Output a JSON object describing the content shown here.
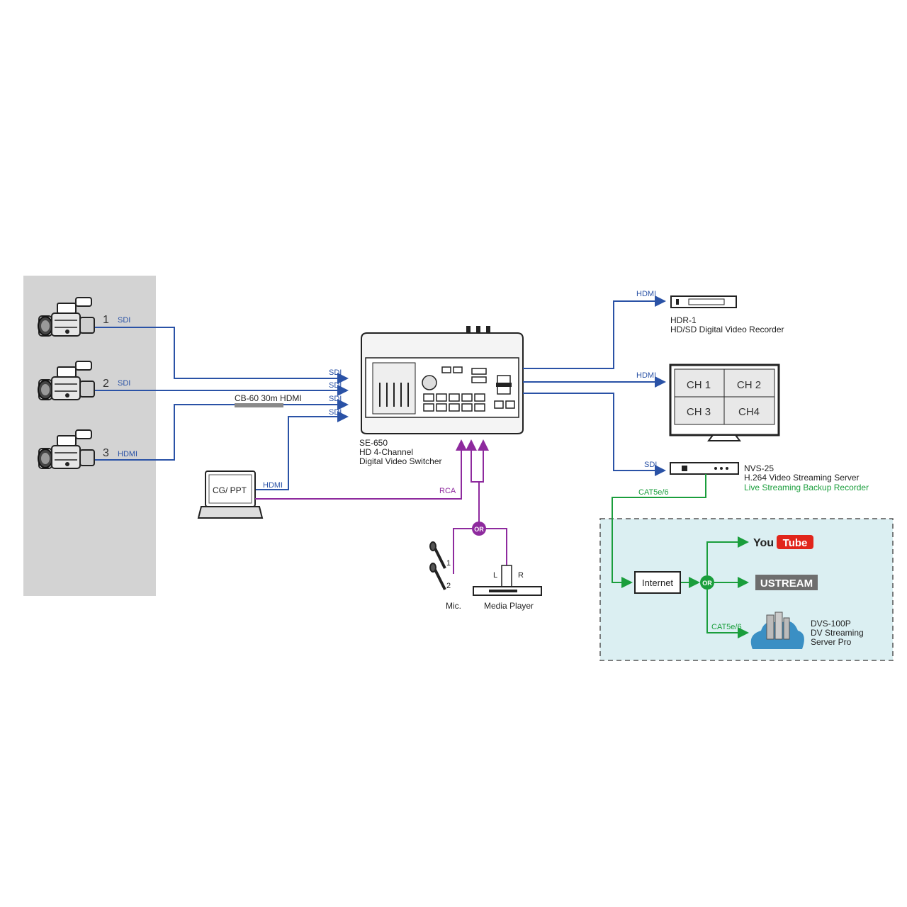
{
  "colors": {
    "sdi_hdmi_line": "#2a52a6",
    "audio_line": "#8e2a9e",
    "network_line": "#1a9e3c",
    "camera_panel": "#d3d3d3",
    "streaming_panel": "#dbeff2",
    "youtube_red": "#e1251b",
    "ustream_gray": "#6e6e6e",
    "cloud_blue": "#3a8fc4"
  },
  "cameras": [
    {
      "num": "1",
      "conn": "SDI",
      "icon": "camcorder-icon"
    },
    {
      "num": "2",
      "conn": "SDI",
      "icon": "camcorder-icon"
    },
    {
      "num": "3",
      "conn": "HDMI",
      "icon": "camcorder-icon"
    }
  ],
  "cable_label": "CB-60 30m HDMI",
  "input_labels": [
    "SDI",
    "SDI",
    "SDI",
    "SDI"
  ],
  "laptop": {
    "label": "CG/ PPT",
    "conn": "HDMI"
  },
  "switcher": {
    "model": "SE-650",
    "line1": "HD 4-Channel",
    "line2": "Digital Video Switcher",
    "rca": "RCA"
  },
  "audio": {
    "or": "OR",
    "mic_label": "Mic.",
    "mic_nums": [
      "1",
      "2"
    ],
    "player_label": "Media Player",
    "left": "L",
    "right": "R"
  },
  "recorder": {
    "conn": "HDMI",
    "model": "HDR-1",
    "desc": "HD/SD Digital Video Recorder"
  },
  "monitor": {
    "conn": "HDMI",
    "channels": [
      "CH 1",
      "CH 2",
      "CH 3",
      "CH4"
    ]
  },
  "nvs": {
    "conn": "SDI",
    "model": "NVS-25",
    "desc": "H.264 Video Streaming Server",
    "note": "Live Streaming Backup Recorder",
    "link": "CAT5e/6"
  },
  "streaming": {
    "internet": "Internet",
    "or": "OR",
    "youtube_you": "You",
    "youtube_tube": "Tube",
    "ustream": "USTREAM",
    "dvs_link": "CAT5e/6",
    "dvs_model": "DVS-100P",
    "dvs_line1": "DV Streaming",
    "dvs_line2": "Server Pro"
  }
}
